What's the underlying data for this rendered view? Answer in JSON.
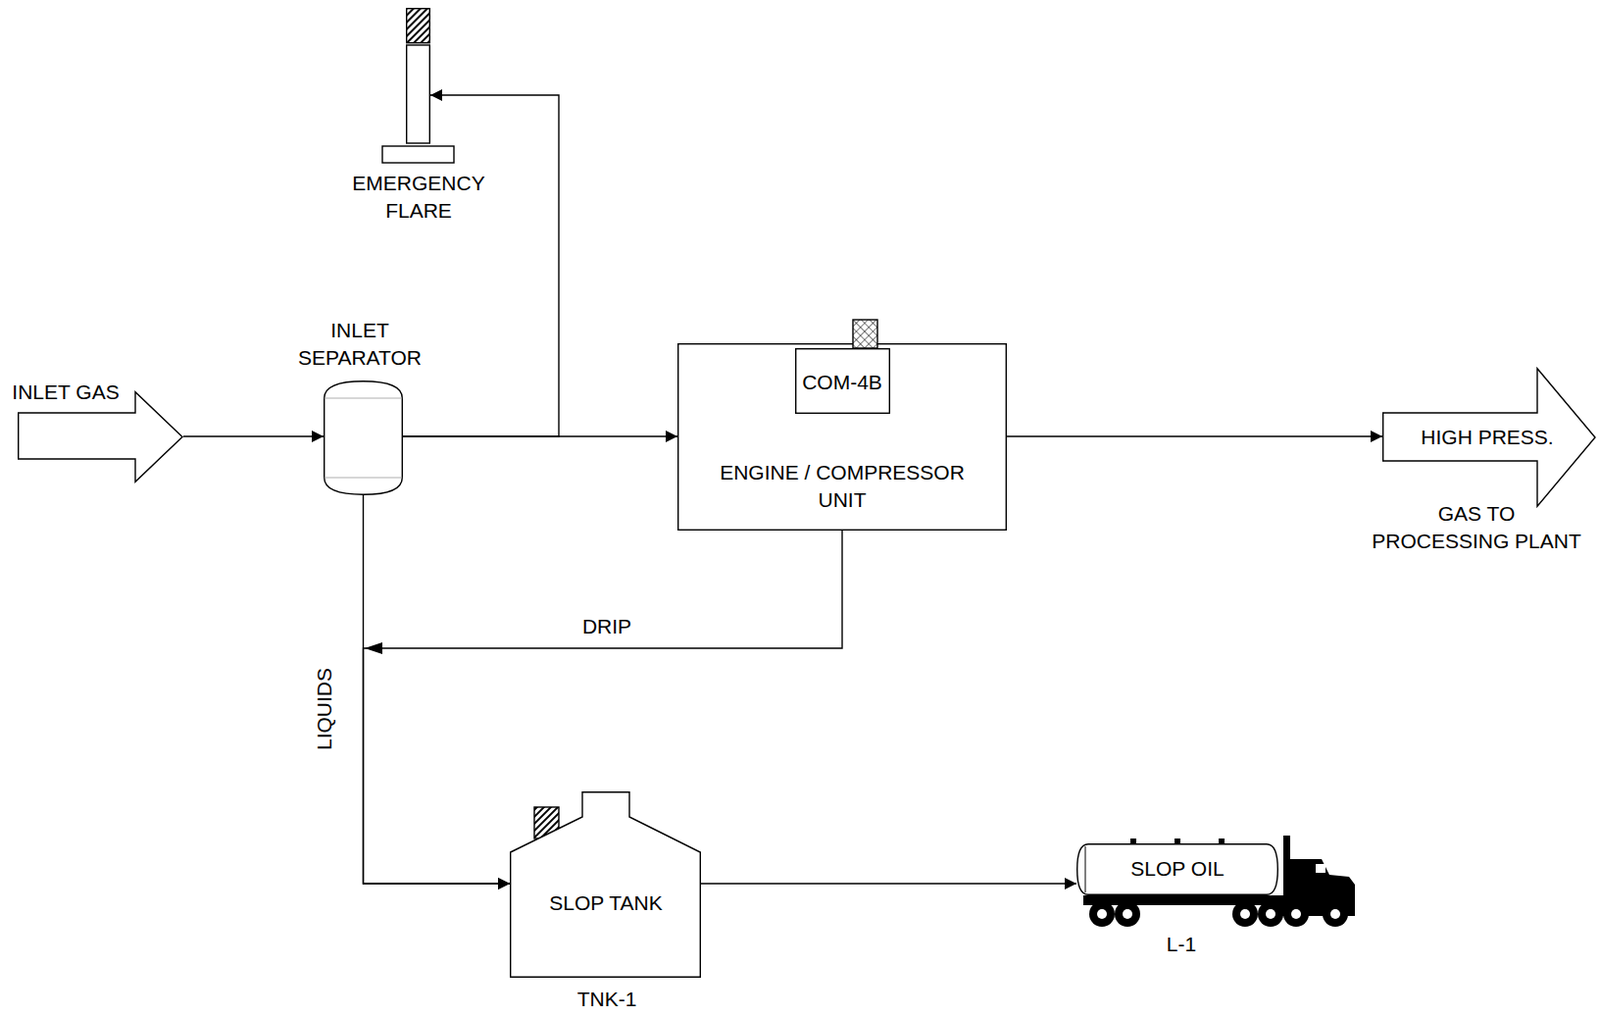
{
  "diagram": {
    "nodes": [
      {
        "text": [
          "EMERGENCY FLARE"
        ]
      },
      {
        "text": [
          "INLET GAS"
        ]
      },
      {
        "text": [
          "INLET SEPARATOR"
        ]
      },
      {
        "text": [
          "ENGINE / COMPRESSOR UNIT"
        ]
      },
      {
        "text": [
          "COM-4B"
        ],
        "in": 3
      },
      {
        "text": [
          "HIGH PRESS.",
          "GAS TO PROCESSING PLANT"
        ]
      },
      {
        "text": [
          "SLOP TANK",
          "TNK-1"
        ]
      },
      {
        "text": [
          "SLOP OIL",
          "L-1"
        ]
      }
    ],
    "edges": [
      {
        "from": 1,
        "to": 2,
        "arrow": "to"
      },
      {
        "from": 2,
        "to": 3,
        "arrow": "to"
      },
      {
        "from": 2,
        "to": 0,
        "arrow": "to"
      },
      {
        "from": 3,
        "to": 5,
        "arrow": "to"
      },
      {
        "from": 2,
        "to": 6,
        "arrow": "to",
        "label": "LIQUIDS"
      },
      {
        "from": 3,
        "to": 6,
        "arrow": "to",
        "label": "DRIP"
      },
      {
        "from": 6,
        "to": 7,
        "arrow": "to"
      }
    ]
  }
}
